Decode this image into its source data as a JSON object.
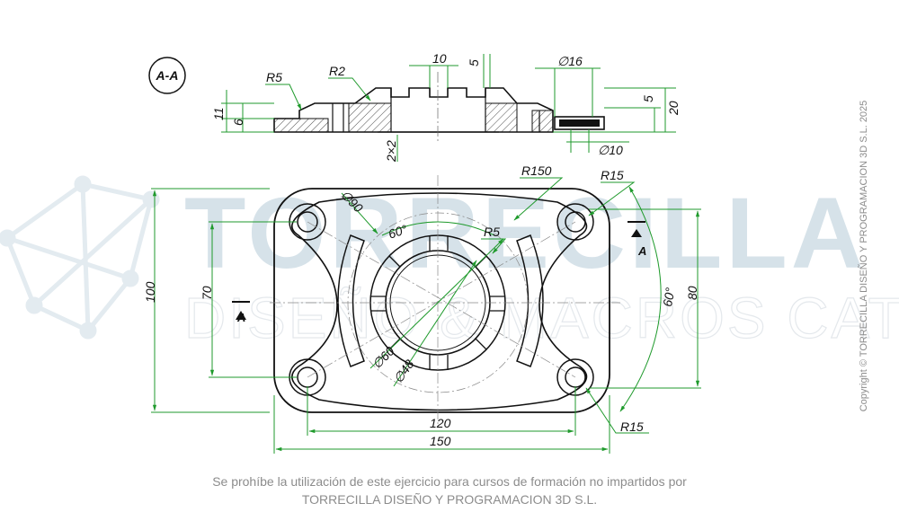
{
  "watermark": {
    "brand": "TORRECILLA",
    "subtitle": "DISEÑO & MACROS CATIA"
  },
  "section_label": "A-A",
  "section_marker": "A",
  "dimensions": {
    "r5_top": "R5",
    "r2": "R2",
    "w10": "10",
    "w5": "5",
    "dia16": "∅16",
    "h5": "5",
    "h20": "20",
    "h11": "11",
    "h6": "6",
    "chamfer": "2×2",
    "dia10": "∅10",
    "r150": "R150",
    "r15_top": "R15",
    "dia90": "∅90",
    "ang60_top": "60°",
    "r5_mid": "R5",
    "h100": "100",
    "h70": "70",
    "h80": "80",
    "ang60_right": "60°",
    "dia60": "∅60",
    "dia48": "∅48",
    "w120": "120",
    "w150": "150",
    "r15_bot": "R15"
  },
  "notice": {
    "line1": "Se prohíbe la utilización de este ejercicio para cursos de formación no impartidos por",
    "line2": "TORRECILLA DISEÑO Y PROGRAMACION 3D S.L."
  },
  "copyright": "Copyright © TORRECILLA DISEÑO Y PROGRAMACION 3D S.L. 2025",
  "colors": {
    "outline": "#111111",
    "dimension": "#1f9a2c",
    "watermark": "#d6e2e9",
    "notice_text": "#8c8c8c"
  }
}
